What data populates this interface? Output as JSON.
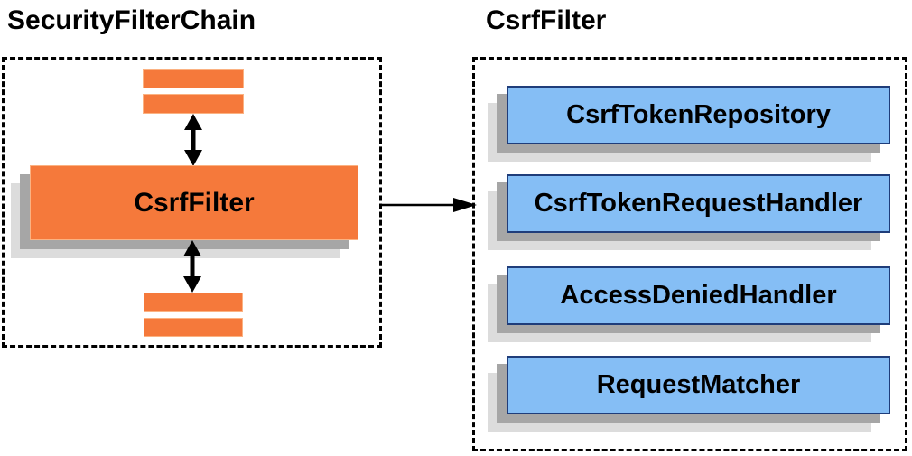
{
  "left_panel": {
    "title": "SecurityFilterChain",
    "filter_node_label": "CsrfFilter",
    "placeholder_bars": [
      "top-bar-1",
      "top-bar-2",
      "bottom-bar-1",
      "bottom-bar-2"
    ]
  },
  "right_panel": {
    "title": "CsrfFilter",
    "components": [
      {
        "label": "CsrfTokenRepository"
      },
      {
        "label": "CsrfTokenRequestHandler"
      },
      {
        "label": "AccessDeniedHandler"
      },
      {
        "label": "RequestMatcher"
      }
    ]
  },
  "icons": {
    "bidirectional_arrow": "double-headed vertical arrow",
    "flow_arrow": "right-pointing arrow"
  },
  "colors": {
    "node_orange": "#F5793B",
    "node_orange_border": "#FBB282",
    "component_blue": "#85BEF5",
    "component_blue_border": "#1F3D7A",
    "stack_shadow_dark": "#A6A6A6",
    "stack_shadow_light": "#DCDCDC",
    "outline_black": "#000000",
    "background": "#FFFFFF"
  }
}
